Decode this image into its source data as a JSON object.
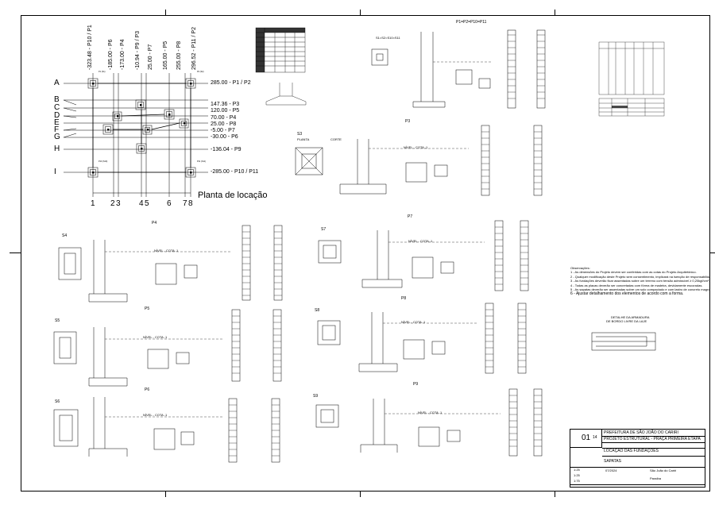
{
  "location_plan": {
    "title": "Planta de locação",
    "top_axes": [
      "-323.48 - P10 / P1",
      "-185.00 - P6",
      "-173.00 - P4",
      "-10.94 - P9 / P3",
      "25.00 - P7",
      "165.00 - P5",
      "255.00 - P8",
      "296.52 - P11 / P2"
    ],
    "right_axes": [
      "285.00 - P1 / P2",
      "147.36 - P3",
      "120.00 - P5",
      "70.00 - P4",
      "25.00 - P8",
      "-5.00 - P7",
      "-30.00 - P6",
      "-136.04 - P9",
      "-285.00 - P10 / P11"
    ],
    "row_letters": [
      "A",
      "B",
      "C",
      "D",
      "E",
      "F",
      "G",
      "H",
      "I"
    ],
    "col_numbers": [
      "1",
      "2",
      "3",
      "4",
      "5",
      "6",
      "7",
      "8"
    ]
  },
  "pillar_labels": {
    "header_group": "P1=P2=P10=P11",
    "s1_group": "S1=S2=S10=S11",
    "p3": "P3",
    "p4": "P4",
    "p5": "P5",
    "p6": "P6",
    "p7": "P7",
    "p8": "P8",
    "p9": "P9"
  },
  "footing_labels": {
    "s3": "S3",
    "s4": "S4",
    "s5": "S5",
    "s6": "S6",
    "s7": "S7",
    "s8": "S8",
    "s9": "S9",
    "planta": "PLANTA",
    "corte": "CORTE",
    "nivel": "NÍVEL - COTA -1"
  },
  "notes": {
    "heading": "Observações:",
    "items": [
      "1 - As dimensões do Projeto devem ser conferidas com as cotas do Projeto Arquitetônico.",
      "2 - Qualquer modificação deste Projeto sem consentimento, implicará na isenção de responsabilidade do autor.",
      "3 - As fundações deverão ficar assentadas sobre um terreno com tensão admissível ≥ 0,20kgf/cm².",
      "4 - Todas as placas deverão ser concretadas com fôrma de madeira, devidamente escoradas.",
      "5 - As sapatas deverão ser assentadas sobre um solo compactado e com lastro de concreto magro.",
      "6 - Ajustar detalhamento dos elementos de acordo com a forma."
    ]
  },
  "detail": {
    "title_line1": "DETALHE DA ARMADURA",
    "title_line2": "DE BORDO LIVRE DA LAJE"
  },
  "title_block": {
    "sheet": "01",
    "total": "14",
    "client": "PREFEITURA DE SÃO JOÃO DO CARIRI",
    "project": "PROJETO ESTRUTURAL - PRAÇA PRIMEIRA ETAPA",
    "drawing_1": "LOCAÇÃO DAS FUNDAÇÕES",
    "drawing_2": "SAPATAS",
    "scales": [
      "1:25",
      "1:25",
      "1:75"
    ],
    "date": "07/2024",
    "city": "São João do Cariri",
    "state": "Paraíba"
  }
}
